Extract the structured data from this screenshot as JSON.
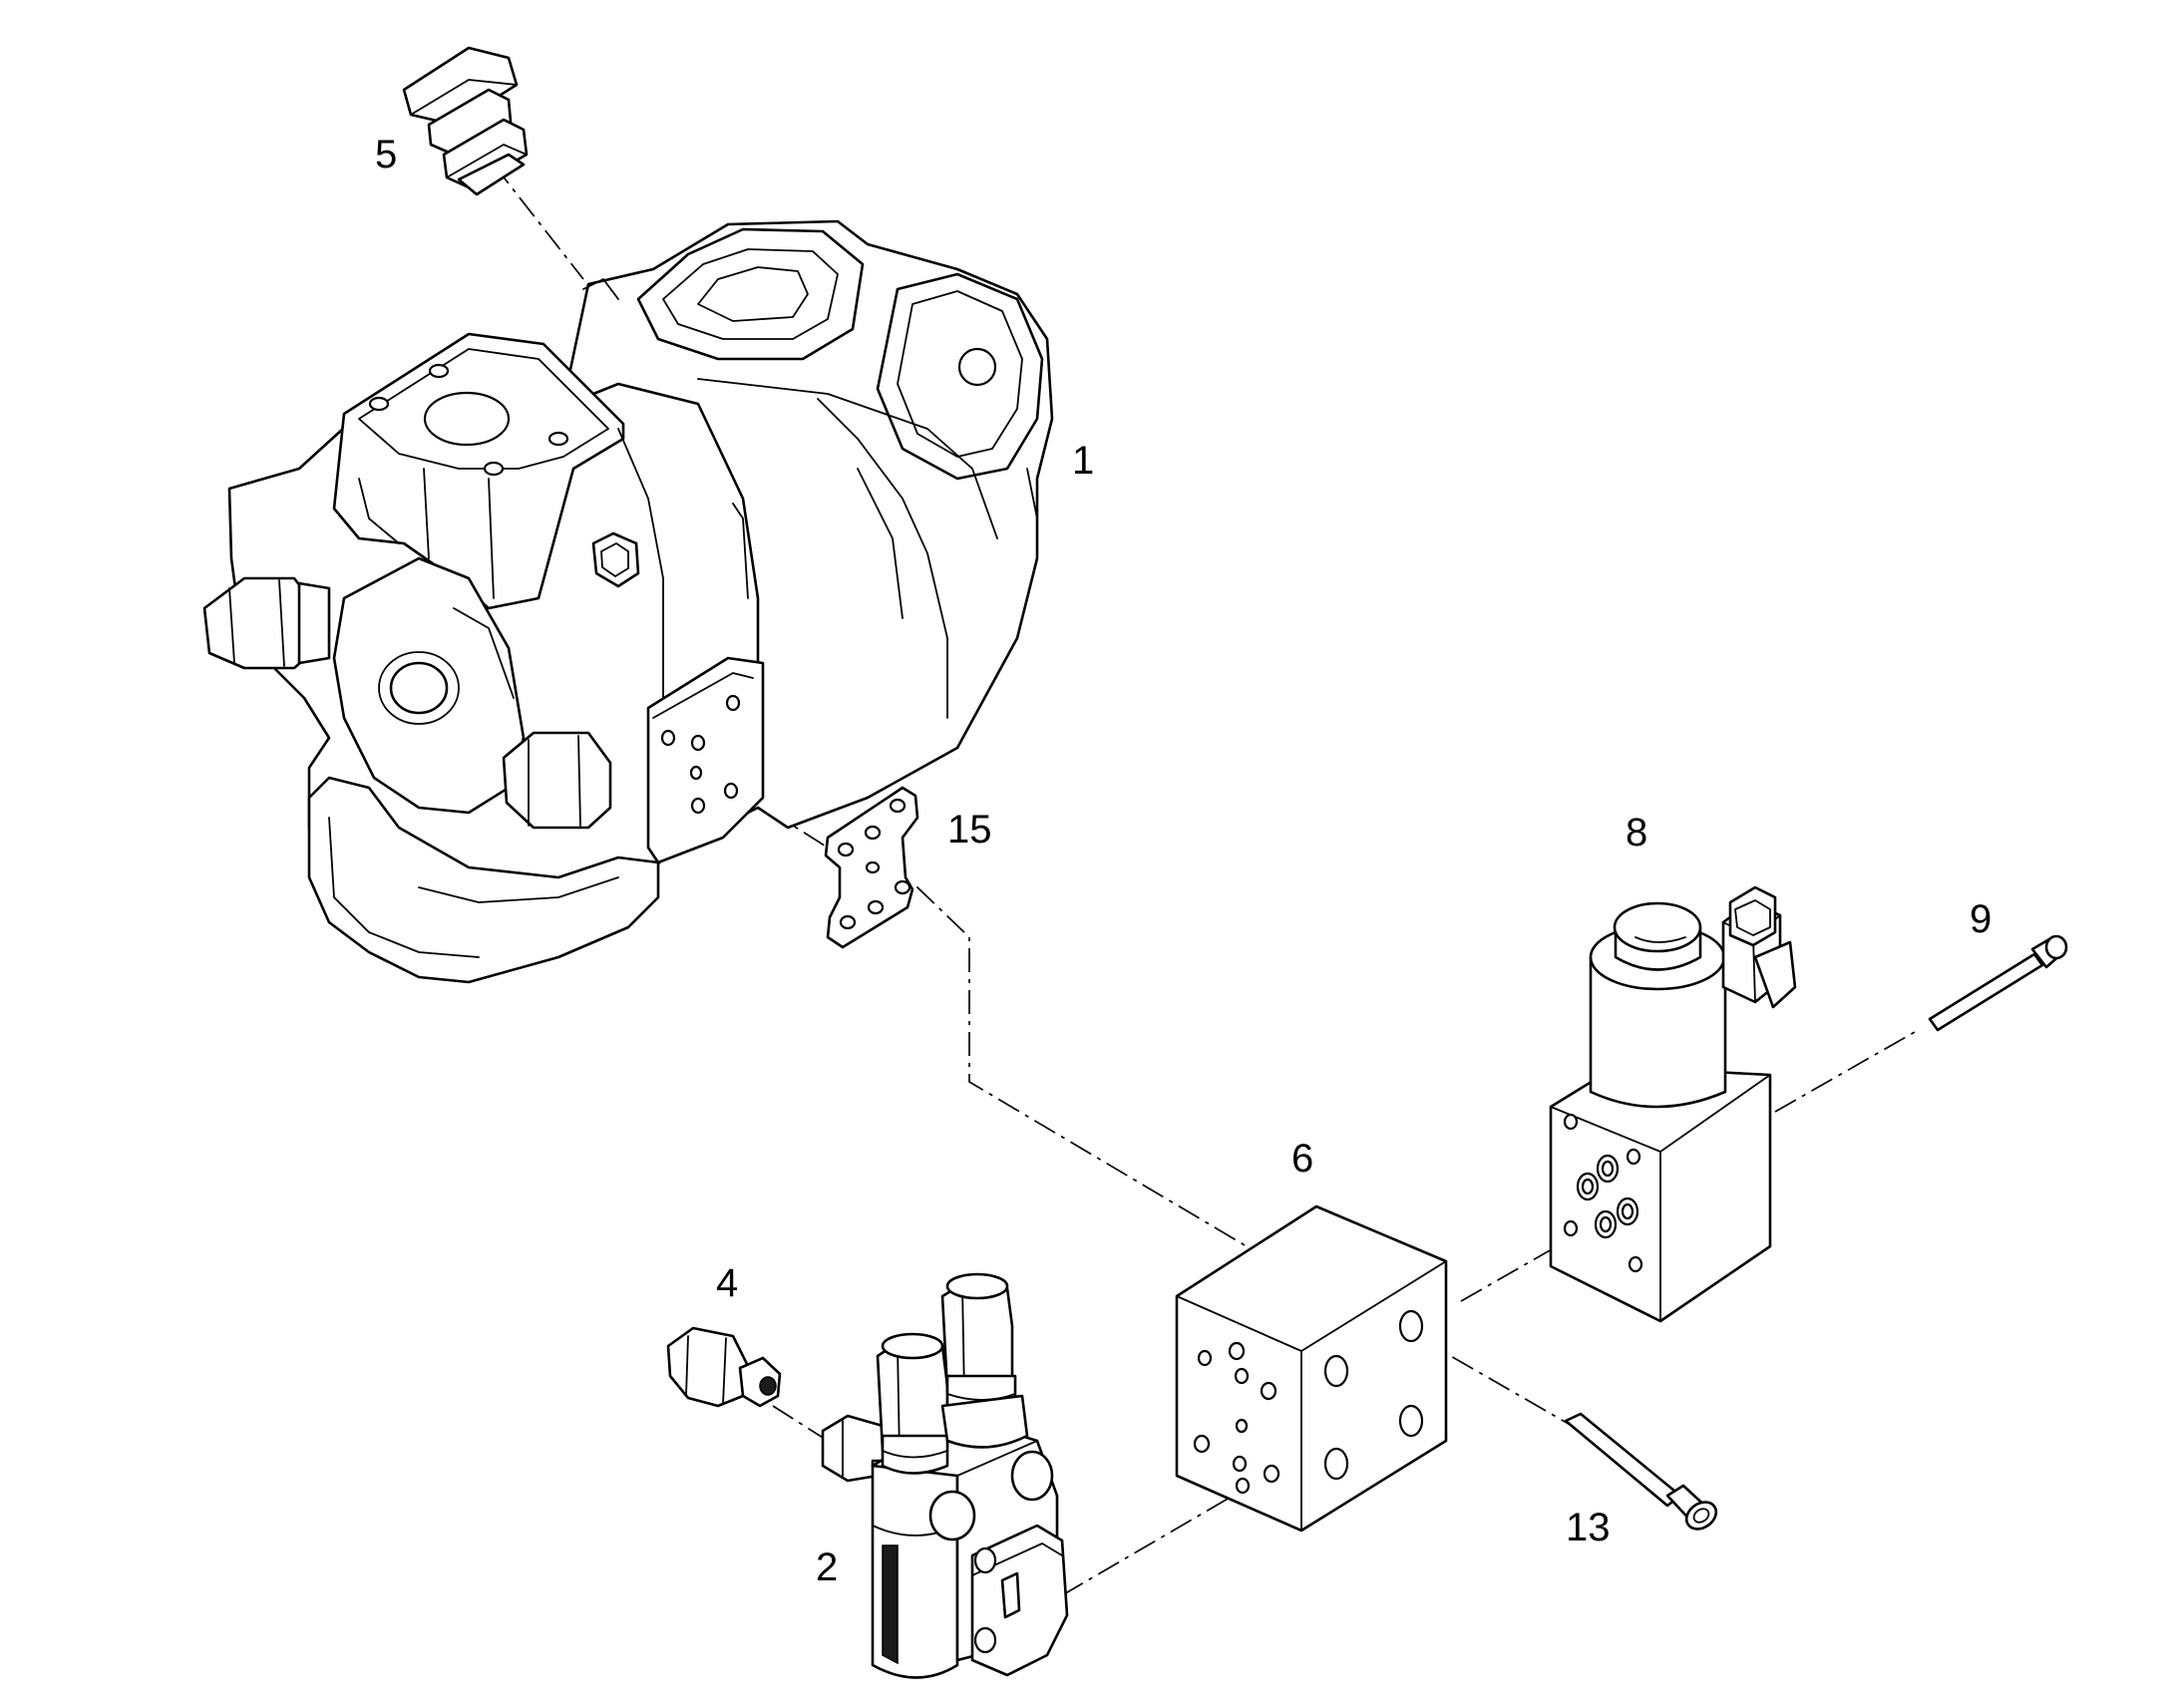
{
  "callouts": {
    "item_1": "1",
    "item_2": "2",
    "item_4": "4",
    "item_5": "5",
    "item_6": "6",
    "item_8": "8",
    "item_9": "9",
    "item_13": "13",
    "item_15": "15"
  },
  "colors": {
    "line": "#000000",
    "background": "#ffffff"
  }
}
